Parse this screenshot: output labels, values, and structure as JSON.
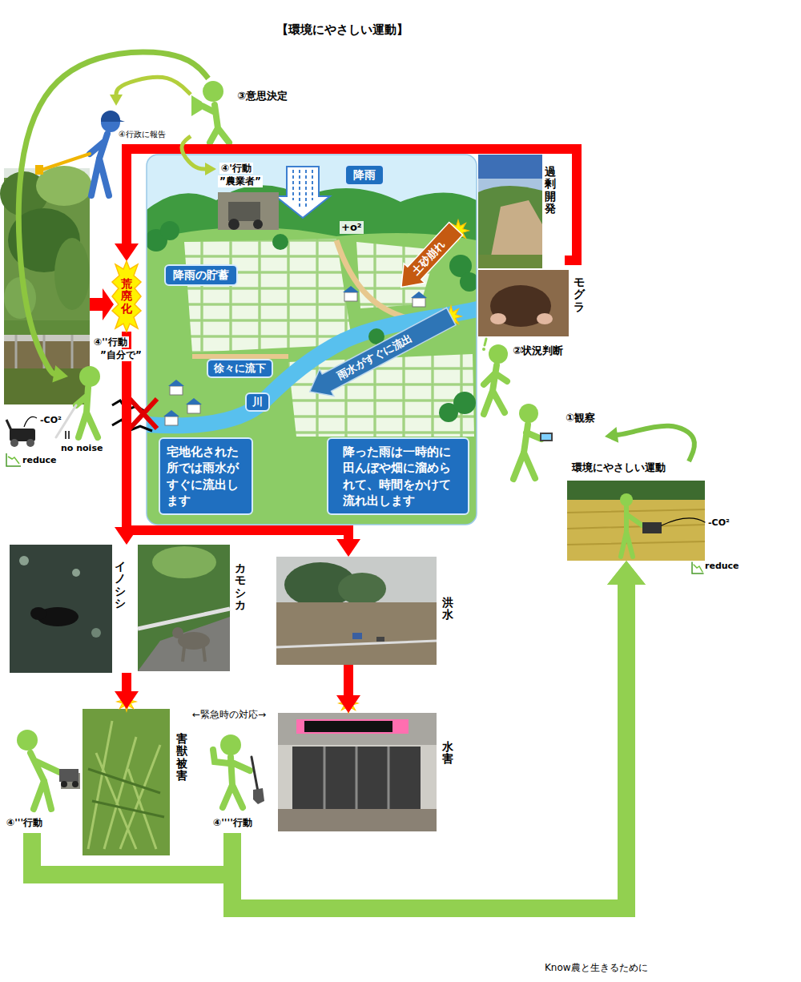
{
  "diagram": {
    "title": "【環境にやさしい運動】",
    "caption": "Know農と生きるために",
    "nodes": [
      {
        "text": [
          "③意思決定"
        ]
      },
      {
        "text": [
          "④行政に報告"
        ]
      },
      {
        "text": [
          "④'行動",
          "”農業者”"
        ]
      },
      {
        "text": [
          "降雨"
        ]
      },
      {
        "text": [
          "過剰開発"
        ]
      },
      {
        "text": [
          "降雨の貯蓄"
        ]
      },
      {
        "text": [
          "土砂崩れ"
        ]
      },
      {
        "text": [
          "モグラ"
        ]
      },
      {
        "text": [
          "荒廃化"
        ]
      },
      {
        "text": [
          "雨水がすぐに流出"
        ]
      },
      {
        "text": [
          "②状況判断"
        ]
      },
      {
        "text": [
          "④''行動",
          "”自分で”"
        ]
      },
      {
        "text": [
          "徐々に流下"
        ]
      },
      {
        "text": [
          "川"
        ]
      },
      {
        "text": [
          "①観察"
        ]
      },
      {
        "text": [
          "宅地化された所では雨水がすぐに流出します"
        ]
      },
      {
        "text": [
          "降った雨は一時的に田んぼや畑に溜められて、時間をかけて流れ出します"
        ]
      },
      {
        "text": [
          "環境にやさしい運動"
        ]
      },
      {
        "text": [
          "イノシシ"
        ]
      },
      {
        "text": [
          "カモシカ"
        ]
      },
      {
        "text": [
          "洪水"
        ]
      },
      {
        "text": [
          "害獣被害"
        ]
      },
      {
        "text": [
          "水害"
        ]
      },
      {
        "text": [
          "④'''行動"
        ]
      },
      {
        "text": [
          "④''''行動"
        ]
      }
    ],
    "edges": [
      {
        "from": 4,
        "to": 8,
        "arrow": "to"
      },
      {
        "from": 8,
        "to": 18,
        "arrow": "to"
      },
      {
        "from": 8,
        "to": 20,
        "arrow": "to"
      },
      {
        "from": 18,
        "to": 21,
        "arrow": "to"
      },
      {
        "from": 20,
        "to": 22,
        "arrow": "to"
      },
      {
        "from": 23,
        "to": 17,
        "arrow": "to"
      },
      {
        "from": 24,
        "to": 17,
        "arrow": "to"
      },
      {
        "from": 17,
        "to": 14,
        "arrow": "to"
      },
      {
        "from": 0,
        "to": 1,
        "arrow": "to"
      },
      {
        "from": 0,
        "to": 2,
        "arrow": "to"
      },
      {
        "from": 0,
        "to": 11,
        "arrow": "to"
      }
    ],
    "labels": [
      "-CO²",
      "no noise",
      "reduce",
      "-CO²",
      "reduce",
      "+o²",
      "←緊急時の対応→"
    ]
  }
}
